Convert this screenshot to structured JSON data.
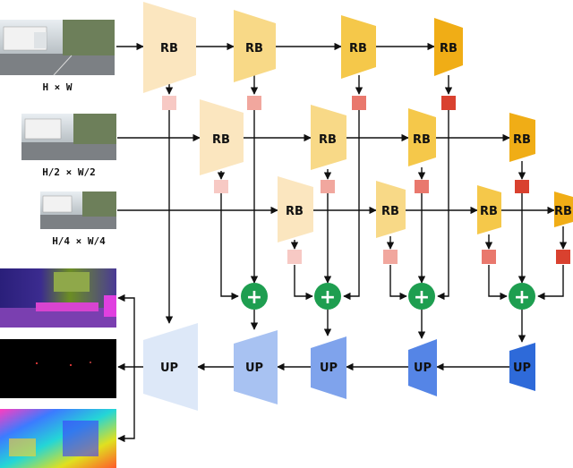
{
  "labels": {
    "scale_full": "H × W",
    "scale_half": "H/2 × W/2",
    "scale_quarter": "H/4 × W/4",
    "rb": "RB",
    "up": "UP",
    "plus": "+"
  },
  "colors": {
    "rb_stage1": "#fbe6bf",
    "rb_stage2": "#f8d987",
    "rb_stage3": "#f5c84a",
    "rb_stage4": "#f0ad16",
    "sq_stage1": "#f7c9c4",
    "sq_stage2": "#f1a79e",
    "sq_stage3": "#e9786d",
    "sq_stage4": "#d9412f",
    "add_node": "#1e9e50",
    "up_1": "#dde8f8",
    "up_2": "#a8c2f2",
    "up_3": "#7fa3ec",
    "up_4": "#5585e6",
    "up_5": "#2e6ad9"
  }
}
